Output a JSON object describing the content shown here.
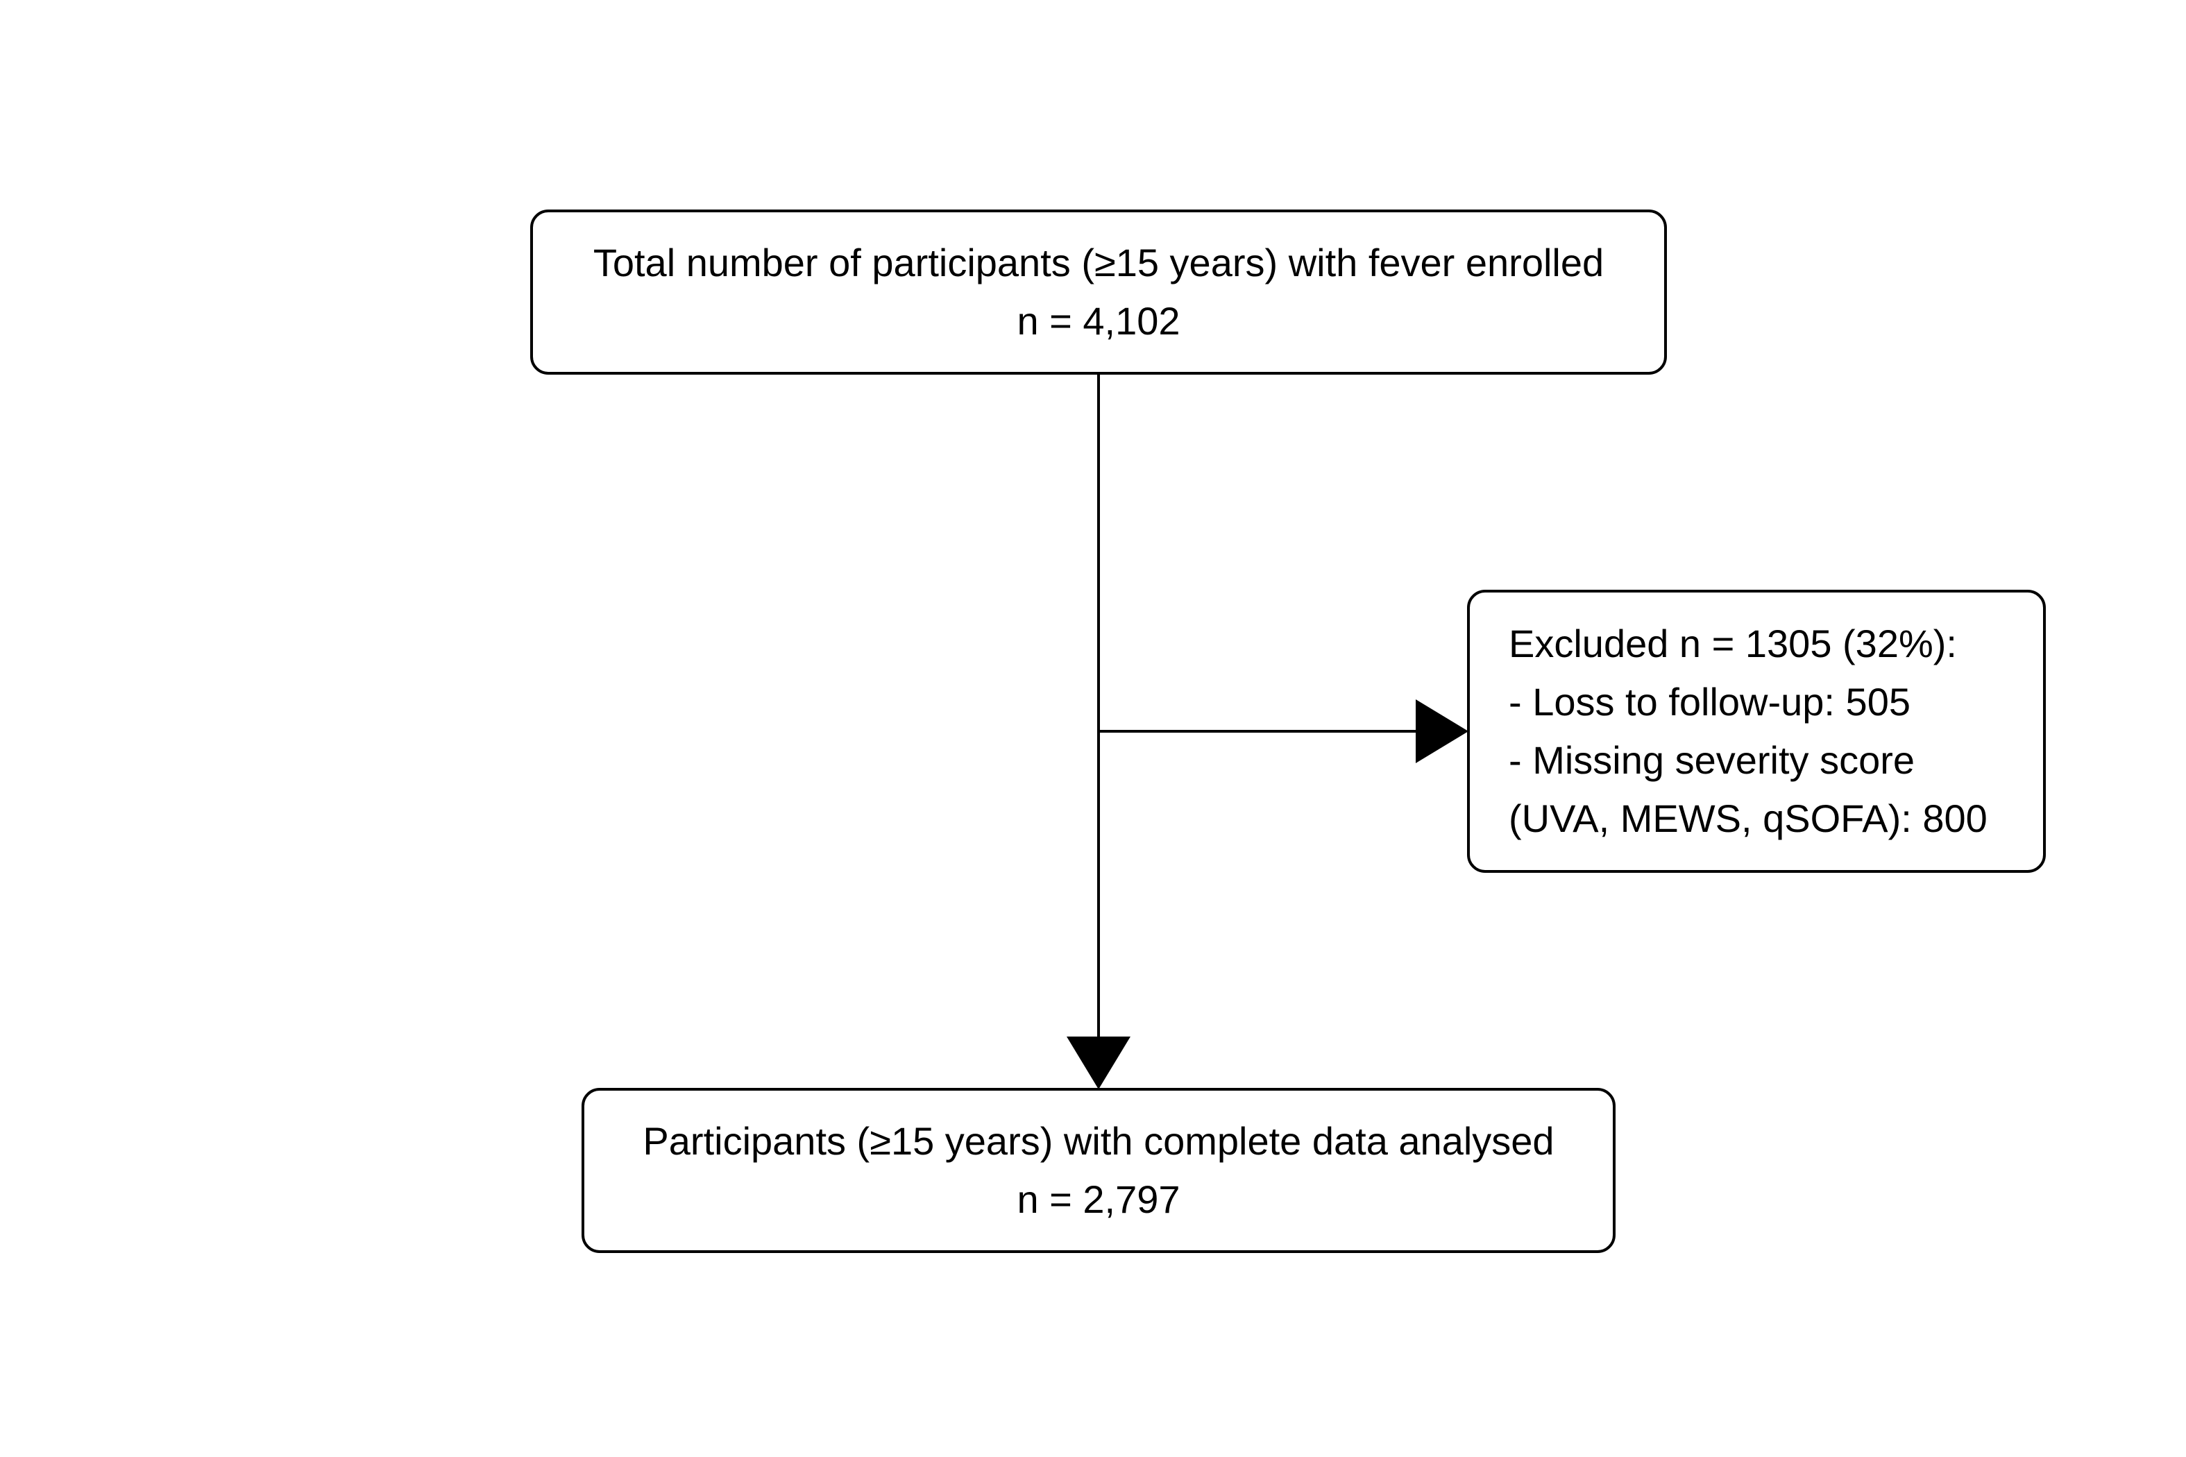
{
  "flowchart": {
    "enrolled": {
      "label": "Total number of participants (≥15 years) with fever enrolled",
      "count": "n = 4,102"
    },
    "excluded": {
      "label": "Excluded n = 1305 (32%):",
      "reasons": [
        "- Loss to follow-up: 505",
        "- Missing severity score",
        "(UVA, MEWS, qSOFA): 800"
      ]
    },
    "analysed": {
      "label": "Participants (≥15 years) with complete data analysed",
      "count": "n = 2,797"
    },
    "connectors": [
      {
        "from": "enrolled",
        "to": "analysed"
      },
      {
        "from": "enrolled",
        "to": "excluded"
      }
    ]
  }
}
